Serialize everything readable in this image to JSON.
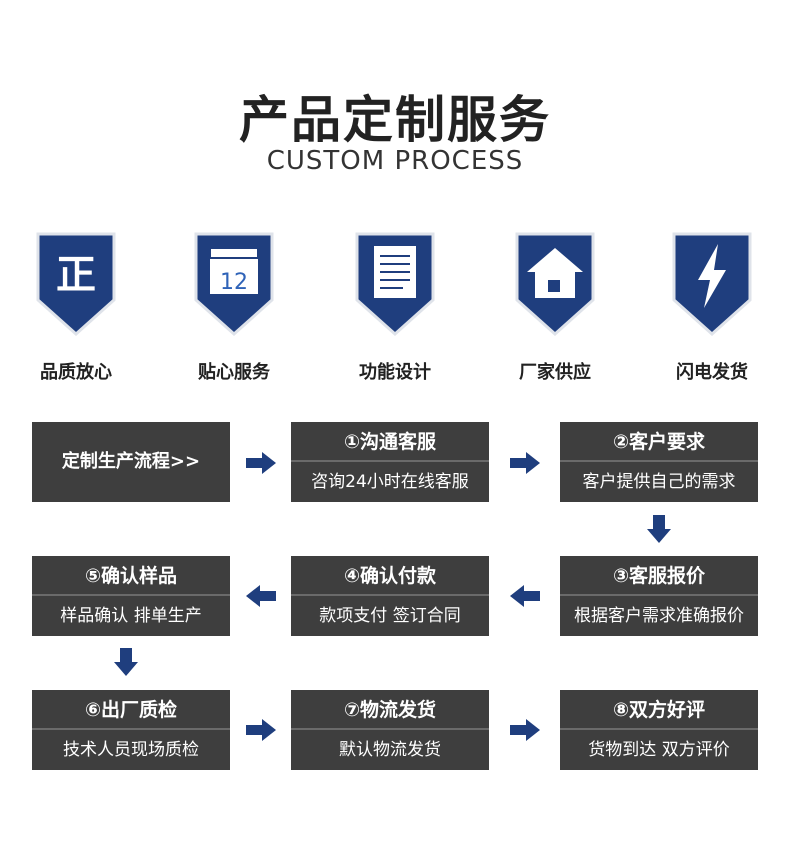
{
  "header": {
    "title": "产品定制服务",
    "subtitle": "CUSTOM PROCESS"
  },
  "features": [
    {
      "label": "品质放心",
      "icon": "zheng-character-icon",
      "glyph": "正"
    },
    {
      "label": "贴心服务",
      "icon": "calendar-icon",
      "glyph": "12"
    },
    {
      "label": "功能设计",
      "icon": "document-icon"
    },
    {
      "label": "厂家供应",
      "icon": "house-icon"
    },
    {
      "label": "闪电发货",
      "icon": "lightning-icon"
    }
  ],
  "process": {
    "start_label": "定制生产流程>>",
    "steps": [
      {
        "title": "①沟通客服",
        "desc": "咨询24小时在线客服"
      },
      {
        "title": "②客户要求",
        "desc": "客户提供自己的需求"
      },
      {
        "title": "③客服报价",
        "desc": "根据客户需求准确报价"
      },
      {
        "title": "④确认付款",
        "desc": "款项支付 签订合同"
      },
      {
        "title": "⑤确认样品",
        "desc": "样品确认 排单生产"
      },
      {
        "title": "⑥出厂质检",
        "desc": "技术人员现场质检"
      },
      {
        "title": "⑦物流发货",
        "desc": "默认物流发货"
      },
      {
        "title": "⑧双方好评",
        "desc": "货物到达 双方评价"
      }
    ]
  },
  "colors": {
    "badge_blue": "#1f3e7e",
    "badge_border": "#ffffff",
    "box_bg": "#3e3e3e",
    "arrow_blue": "#1f3e7e",
    "text_dark": "#222222"
  }
}
